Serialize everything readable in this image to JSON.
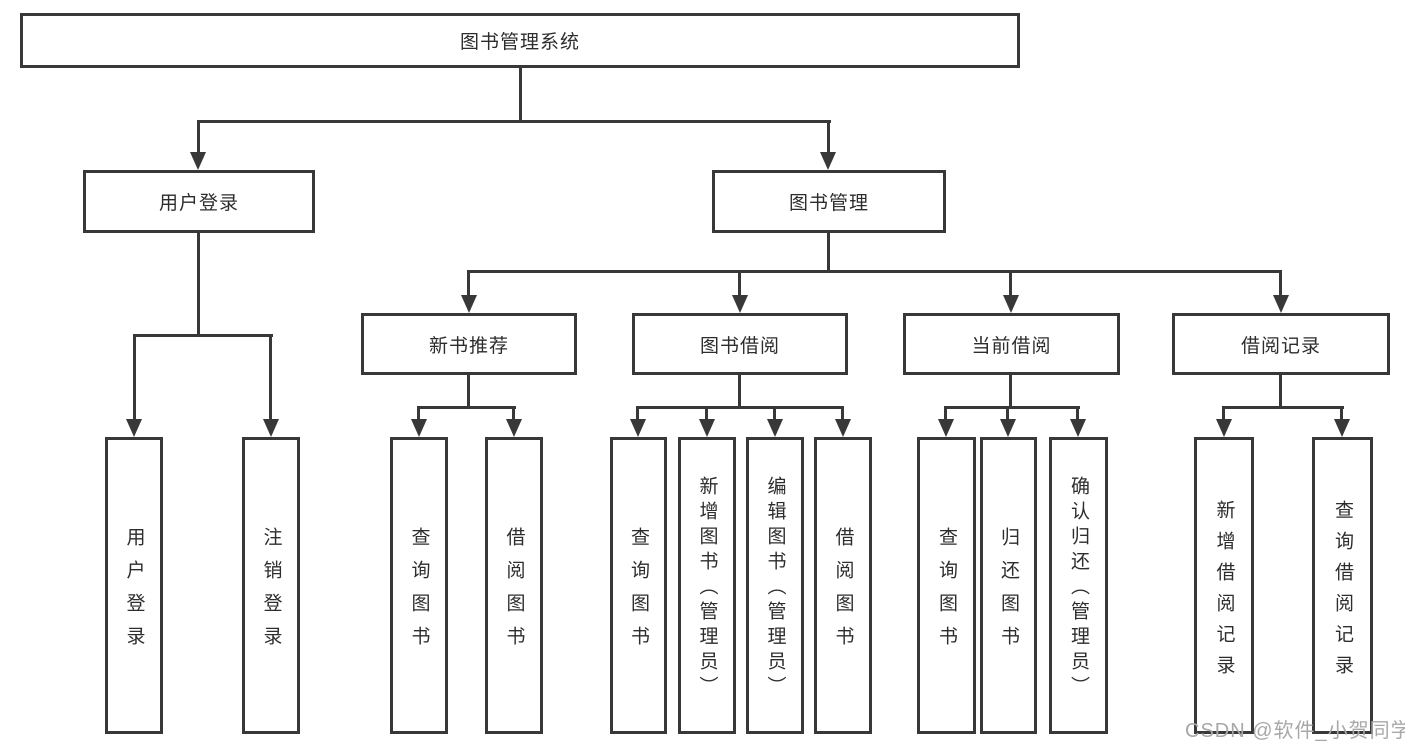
{
  "diagram": {
    "type": "hierarchy",
    "watermark": "CSDN @软件_小贺同学",
    "colors": {
      "line": "#383838",
      "text": "#2d2d2d",
      "background": "#ffffff",
      "watermark": "#a8a8a8"
    },
    "tree": {
      "root": "图书管理系统",
      "branches": [
        {
          "label": "用户登录",
          "children": [
            {
              "label": "用户登录"
            },
            {
              "label": "注销登录"
            }
          ]
        },
        {
          "label": "图书管理",
          "children": [
            {
              "label": "新书推荐",
              "children": [
                {
                  "label": "查询图书"
                },
                {
                  "label": "借阅图书"
                }
              ]
            },
            {
              "label": "图书借阅",
              "children": [
                {
                  "label": "查询图书"
                },
                {
                  "label": "新增图书（管理员）"
                },
                {
                  "label": "编辑图书（管理员）"
                },
                {
                  "label": "借阅图书"
                }
              ]
            },
            {
              "label": "当前借阅",
              "children": [
                {
                  "label": "查询图书"
                },
                {
                  "label": "归还图书"
                },
                {
                  "label": "确认归还（管理员）"
                }
              ]
            },
            {
              "label": "借阅记录",
              "children": [
                {
                  "label": "新增借阅记录"
                },
                {
                  "label": "查询借阅记录"
                }
              ]
            }
          ]
        }
      ]
    }
  }
}
